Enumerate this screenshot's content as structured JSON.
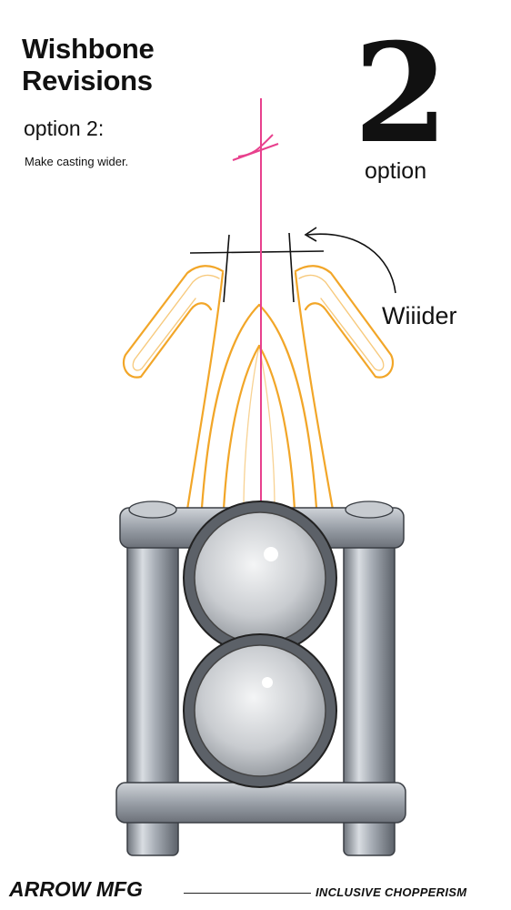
{
  "header": {
    "title_line1": "Wishbone",
    "title_line2": "Revisions",
    "subtitle": "option 2:",
    "note": "Make casting wider."
  },
  "badge": {
    "number": "2",
    "label": "option"
  },
  "callout": {
    "text": "Wiiider"
  },
  "footer": {
    "brand": "ARROW MFG",
    "tagline": "INCLUSIVE CHOPPERISM"
  },
  "colors": {
    "sketch_orange": "#f2a628",
    "centerline_pink": "#e8408d",
    "metal_gray": "#9aa0a8",
    "ink": "#111111"
  }
}
